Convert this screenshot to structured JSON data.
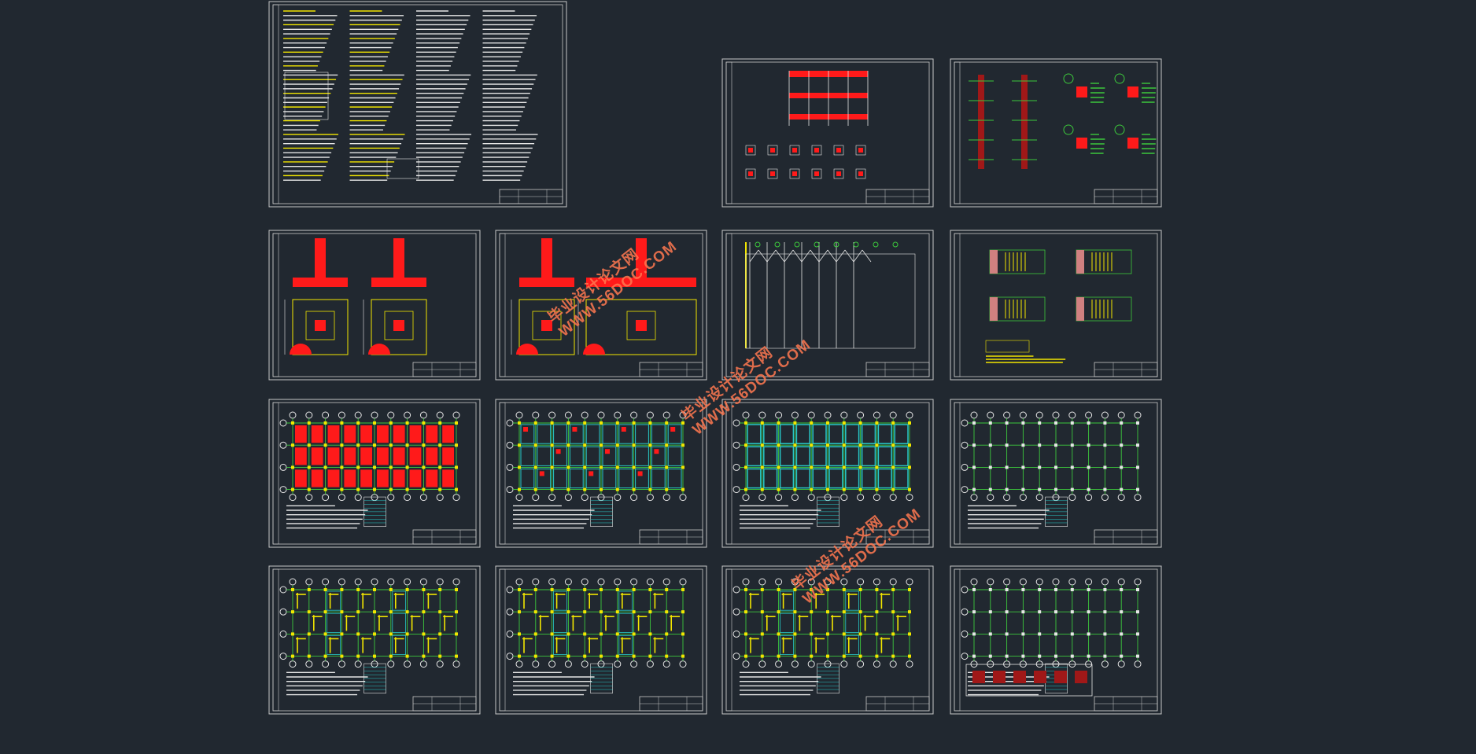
{
  "watermark": {
    "cn": "毕业设计论文网",
    "url": "WWW.56DOC.COM"
  },
  "colors": {
    "background": "#212830",
    "sheet_frame": "#c8c8c8",
    "red": "#ff1a1a",
    "green": "#3cc83c",
    "yellow": "#f2e600",
    "cyan": "#28c8c8",
    "white": "#e6e6e6",
    "watermark": "#ff7850"
  },
  "sheets": [
    {
      "id": "design-notes",
      "kind": "notes"
    },
    {
      "id": "beam-elevation",
      "kind": "elevation"
    },
    {
      "id": "column-sections",
      "kind": "columns"
    },
    {
      "id": "foundation-detail-1",
      "kind": "foundation"
    },
    {
      "id": "foundation-detail-2",
      "kind": "foundation-double"
    },
    {
      "id": "stair-section",
      "kind": "stair"
    },
    {
      "id": "stair-plans",
      "kind": "stairplans"
    },
    {
      "id": "foundation-plan",
      "kind": "plan-red"
    },
    {
      "id": "foundation-beam-plan",
      "kind": "plan-mixed"
    },
    {
      "id": "floor-beam-plan",
      "kind": "plan-cyan"
    },
    {
      "id": "column-layout-plan",
      "kind": "plan-white"
    },
    {
      "id": "slab-reinforcement-1",
      "kind": "plan-yellow"
    },
    {
      "id": "slab-reinforcement-2",
      "kind": "plan-yellow"
    },
    {
      "id": "slab-reinforcement-3",
      "kind": "plan-yellow"
    },
    {
      "id": "roof-column-plan",
      "kind": "plan-white-table"
    }
  ]
}
